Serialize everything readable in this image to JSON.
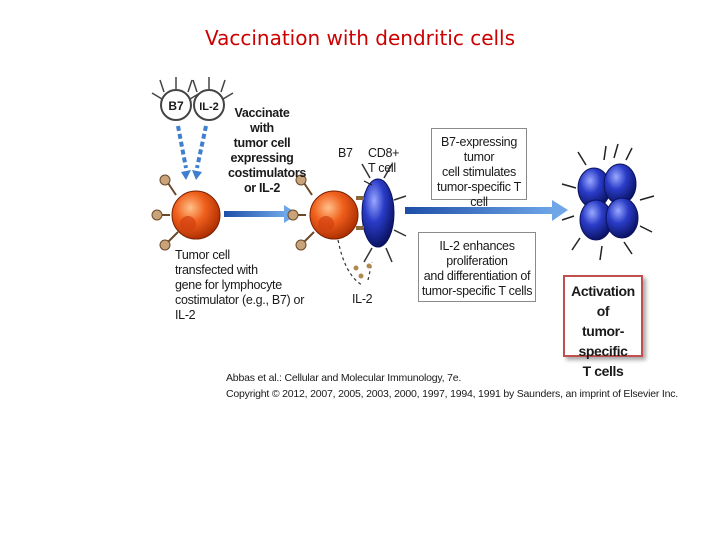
{
  "title": "Vaccination with dendritic cells",
  "diagram": {
    "b7_circle": "B7",
    "il2_circle": "IL-2",
    "vaccinate_text": "Vaccinate with\ntumor cell\nexpressing\ncostimulators\nor IL-2",
    "tumor_cell_text": "Tumor cell\ntransfected with\ngene for lymphocyte\ncostimulator (e.g., B7) or IL-2",
    "b7_label": "B7",
    "cd8_label": "CD8+\nT cell",
    "il2_label": "IL-2",
    "box_b7": "B7-expressing tumor\ncell stimulates\ntumor-specific T cell",
    "box_il2": "IL-2 enhances proliferation\nand differentiation of\ntumor-specific T cells",
    "activation": "Activation of\ntumor-specific\nT cells"
  },
  "citation": {
    "line1": "Abbas et al.: Cellular and Molecular Immunology, 7e.",
    "line2": "Copyright © 2012, 2007, 2005, 2003, 2000, 1997, 1994, 1991 by Saunders, an imprint of Elsevier Inc."
  },
  "colors": {
    "title": "#cc0000",
    "tumor_cell": "#e8501a",
    "t_cell": "#1a2a9c",
    "arrow": "#3f7fcf"
  }
}
